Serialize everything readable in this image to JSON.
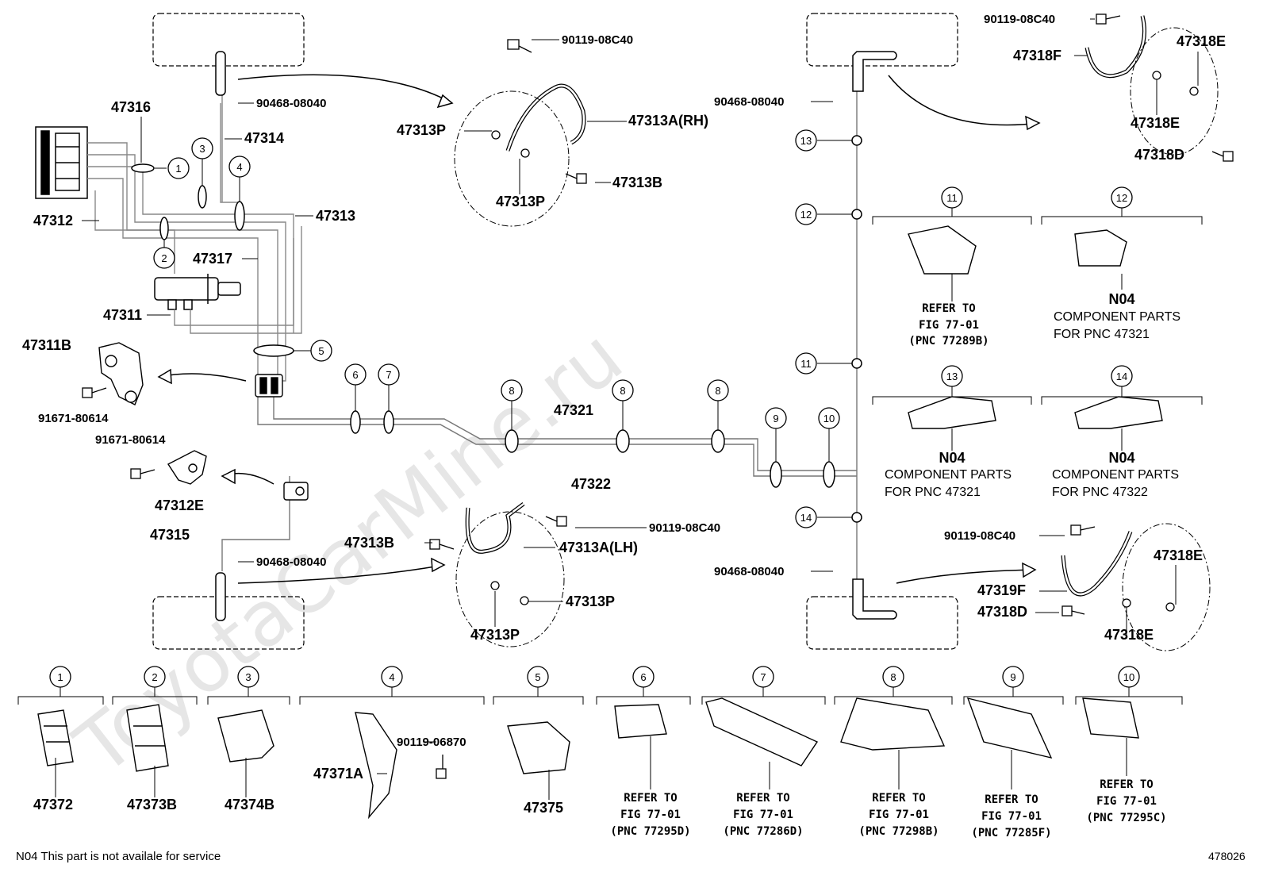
{
  "watermark": "ToyotaCarMine.ru",
  "figure_id": "478026",
  "footnote": "N04  This part is not availale for service",
  "parts": {
    "p47316": "47316",
    "p47314": "47314",
    "p47312": "47312",
    "p47313": "47313",
    "p47317": "47317",
    "p47311": "47311",
    "p47311B": "47311B",
    "p47312E": "47312E",
    "p47315": "47315",
    "p47321": "47321",
    "p47322": "47322",
    "p47313A_RH": "47313A(RH)",
    "p47313A_LH": "47313A(LH)",
    "p47313B_top": "47313B",
    "p47313B_bot": "47313B",
    "p47313P_1": "47313P",
    "p47313P_2": "47313P",
    "p47313P_3": "47313P",
    "p47313P_4": "47313P",
    "p47318F": "47318F",
    "p47318E_1": "47318E",
    "p47318E_2": "47318E",
    "p47318E_3": "47318E",
    "p47318E_4": "47318E",
    "p47318D_1": "47318D",
    "p47318D_2": "47318D",
    "p47319F": "47319F",
    "p47372": "47372",
    "p47373B": "47373B",
    "p47374B": "47374B",
    "p47371A": "47371A",
    "p47375": "47375"
  },
  "bolts": {
    "b90119_08C40_a": "90119-08C40",
    "b90119_08C40_b": "90119-08C40",
    "b90119_08C40_c": "90119-08C40",
    "b90119_08C40_d": "90119-08C40",
    "b90468_a": "90468-08040",
    "b90468_b": "90468-08040",
    "b90468_c": "90468-08040",
    "b90468_d": "90468-08040",
    "b91671_a": "91671-80614",
    "b91671_b": "91671-80614",
    "b90119_06870": "90119-06870"
  },
  "callouts": [
    "1",
    "2",
    "3",
    "4",
    "5",
    "6",
    "7",
    "8",
    "9",
    "10",
    "11",
    "12",
    "13",
    "14"
  ],
  "notes": {
    "refer_to": "REFER TO",
    "fig": "FIG 77-01",
    "pnc_77289B": "(PNC 77289B)",
    "pnc_77295D": "(PNC 77295D)",
    "pnc_77286D": "(PNC 77286D)",
    "pnc_77298B": "(PNC 77298B)",
    "pnc_77285F": "(PNC 77285F)",
    "pnc_77295C": "(PNC 77295C)",
    "n04": "N04",
    "component_parts": "COMPONENT PARTS",
    "for_47321": "FOR PNC 47321",
    "for_47322": "FOR PNC 47322"
  }
}
